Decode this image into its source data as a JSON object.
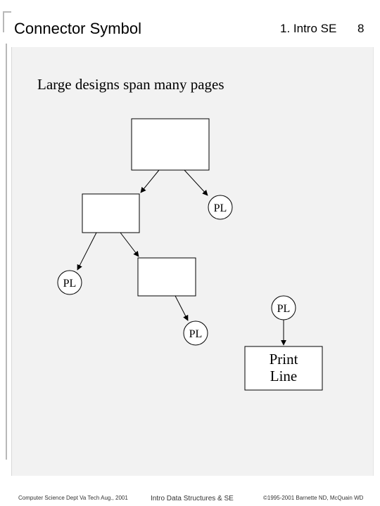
{
  "header": {
    "title": "Connector Symbol",
    "section": "1. Intro SE",
    "page_number": "8"
  },
  "subtitle": "Large designs span many pages",
  "diagram": {
    "connector_label": "PL",
    "print_line_box": [
      "Print",
      "Line"
    ]
  },
  "footer": {
    "left": "Computer Science Dept Va Tech Aug., 2001",
    "center": "Intro Data Structures & SE",
    "right": "©1995-2001 Barnette ND, McQuain WD"
  }
}
